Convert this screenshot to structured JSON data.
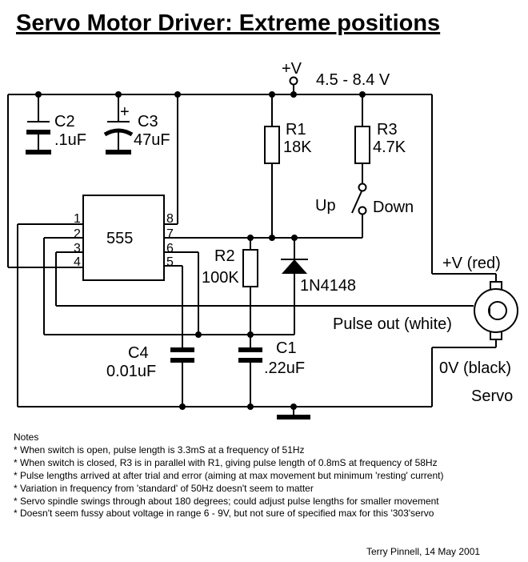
{
  "title": "Servo Motor Driver: Extreme positions",
  "supply": {
    "symbol": "+V",
    "range": "4.5 - 8.4 V"
  },
  "ic": {
    "name": "555",
    "pins": [
      "1",
      "2",
      "3",
      "4",
      "8",
      "7",
      "6",
      "5"
    ]
  },
  "components": {
    "c2": {
      "ref": "C2",
      "value": ".1uF"
    },
    "c3": {
      "ref": "C3",
      "value": "47uF",
      "polarity": "+"
    },
    "r1": {
      "ref": "R1",
      "value": "18K"
    },
    "r3": {
      "ref": "R3",
      "value": "4.7K"
    },
    "r2": {
      "ref": "R2",
      "value": "100K"
    },
    "d1": {
      "part": "1N4148"
    },
    "c4": {
      "ref": "C4",
      "value": "0.01uF"
    },
    "c1": {
      "ref": "C1",
      "value": ".22uF"
    }
  },
  "switch": {
    "up": "Up",
    "down": "Down"
  },
  "servo": {
    "v_label": "+V (red)",
    "pulse_label": "Pulse out (white)",
    "gnd_label": "0V (black)",
    "name": "Servo"
  },
  "notes": {
    "heading": "Notes",
    "lines": [
      "* When switch is open, pulse length is 3.3mS at a frequency of 51Hz",
      "* When switch is closed, R3 is in parallel with R1, giving pulse length of 0.8mS at frequency of 58Hz",
      "* Pulse lengths arrived at after trial and error (aiming at max movement but minimum 'resting' current)",
      "* Variation in frequency from 'standard' of 50Hz doesn't seem to matter",
      "* Servo spindle swings through about 180 degrees; could adjust pulse lengths for smaller movement",
      "* Doesn't seem fussy about voltage in range 6 - 9V, but not sure of specified max for this '303'servo"
    ]
  },
  "credit": "Terry Pinnell, 14 May 2001"
}
